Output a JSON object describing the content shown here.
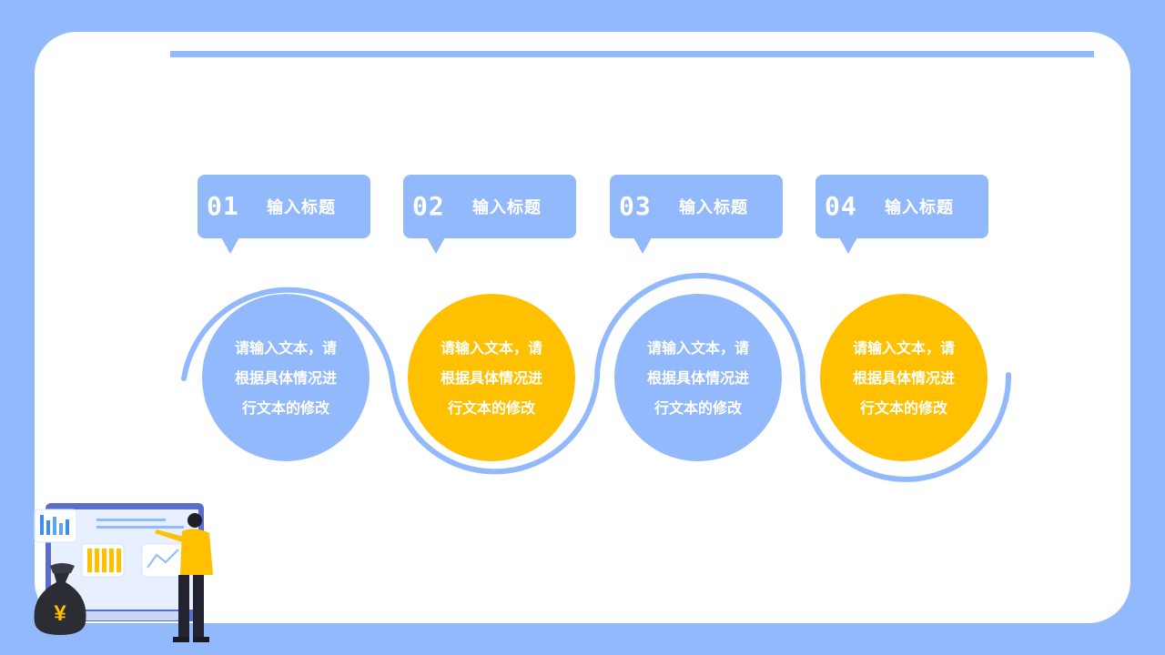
{
  "steps": [
    {
      "number": "01",
      "title": "输入标题",
      "text": "请输入文本，请根据具体情况进行文本的修改",
      "color": "#93b9fd"
    },
    {
      "number": "02",
      "title": "输入标题",
      "text": "请输入文本，请根据具体情况进行文本的修改",
      "color": "#ffc000"
    },
    {
      "number": "03",
      "title": "输入标题",
      "text": "请输入文本，请根据具体情况进行文本的修改",
      "color": "#93b9fd"
    },
    {
      "number": "04",
      "title": "输入标题",
      "text": "请输入文本，请根据具体情况进行文本的修改",
      "color": "#ffc000"
    }
  ],
  "colors": {
    "background": "#93b9fd",
    "card": "#ffffff",
    "accent_blue": "#93b9fd",
    "accent_yellow": "#ffc000"
  },
  "icons": [
    "business-person-illustration",
    "money-bag-icon",
    "bar-chart-icon",
    "line-chart-icon"
  ]
}
